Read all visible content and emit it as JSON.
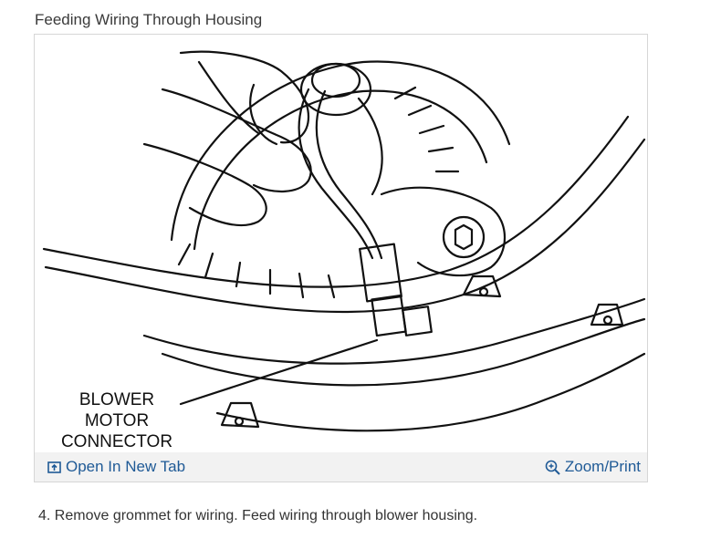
{
  "header": {
    "title": "Feeding Wiring Through Housing"
  },
  "figure": {
    "label_lines": [
      "BLOWER",
      "MOTOR",
      "CONNECTOR"
    ],
    "toolbar": {
      "open_label": "Open In New Tab",
      "zoom_label": "Zoom/Print",
      "link_color": "#1f5a96",
      "icons": [
        "open-new-tab-icon",
        "zoom-icon"
      ]
    }
  },
  "caption": {
    "text": "4. Remove grommet for wiring. Feed wiring through blower housing."
  }
}
